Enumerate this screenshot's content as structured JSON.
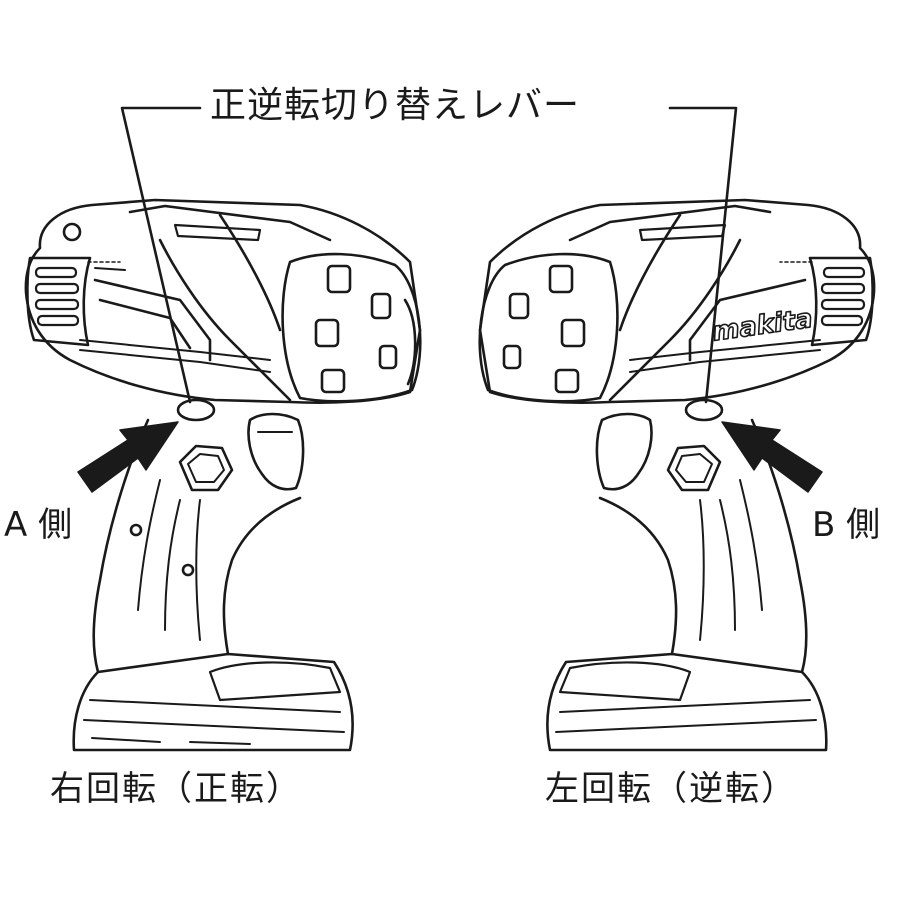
{
  "diagram": {
    "title": "正逆転切り替えレバー",
    "side_a": "A 側",
    "side_b": "B 側",
    "caption_left": "右回転（正転）",
    "caption_right": "左回転（逆転）",
    "logo_text": "makita",
    "colors": {
      "stroke": "#1a1a1a",
      "background": "#ffffff"
    }
  }
}
